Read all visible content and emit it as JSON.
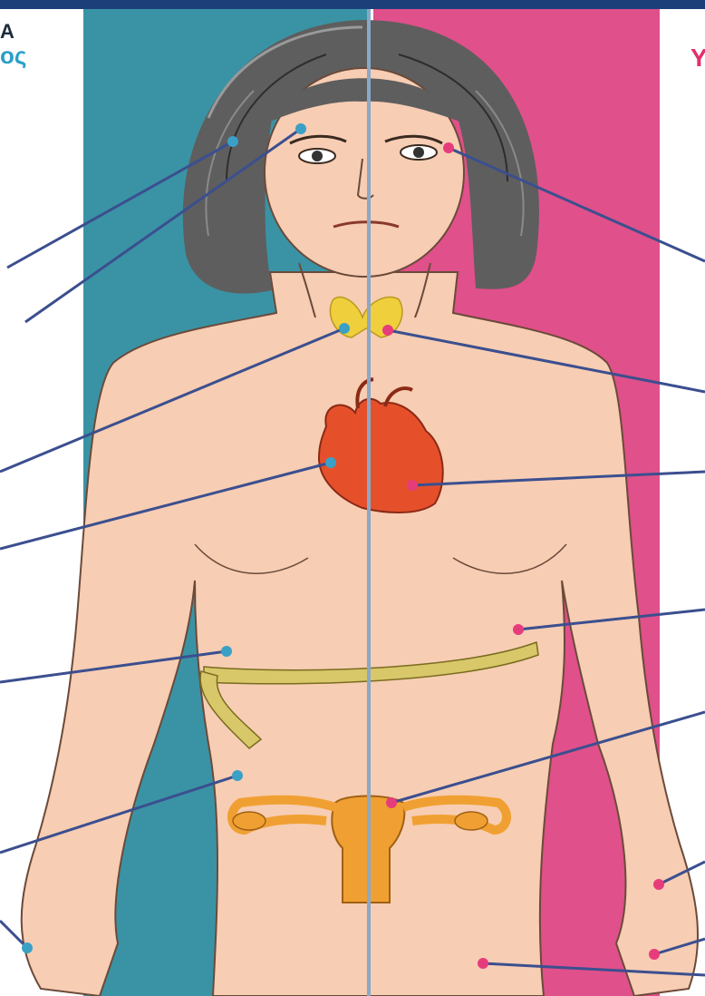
{
  "corner_texts": {
    "top_left_fragment": "A",
    "left_fragment": "ος",
    "right_fragment": "Y"
  },
  "colors": {
    "top_band": "#1c3f7a",
    "left_panel": "#3a93a5",
    "right_panel": "#e0508a",
    "skin": "#f7cdb3",
    "hair": "#5e5e5e",
    "heart": "#e5502b",
    "thyroid": "#f0cf3c",
    "uterus": "#f0a032",
    "tape": "#d8c86a",
    "left_marker": "#3aa0c6",
    "right_marker": "#e63c7c",
    "leader_line": "#3b4f8f"
  },
  "markers": {
    "left": [
      "hair",
      "eye",
      "thyroid",
      "heart",
      "waist",
      "lower-abdomen",
      "hand"
    ],
    "right": [
      "eye",
      "thyroid",
      "heart",
      "waist",
      "uterus",
      "hip",
      "hand",
      "thigh"
    ]
  }
}
